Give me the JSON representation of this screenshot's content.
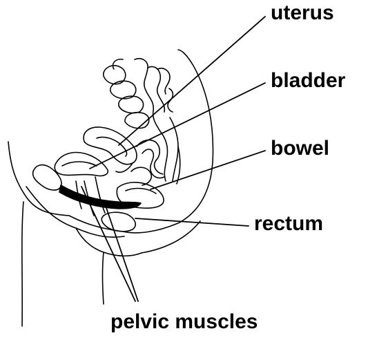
{
  "labels": {
    "uterus": "uterus",
    "bladder": "bladder",
    "bowel": "bowel",
    "rectum": "rectum",
    "pelvic_muscles": "pelvic muscles"
  },
  "colors": {
    "ink": "#000000",
    "background": "#ffffff"
  }
}
